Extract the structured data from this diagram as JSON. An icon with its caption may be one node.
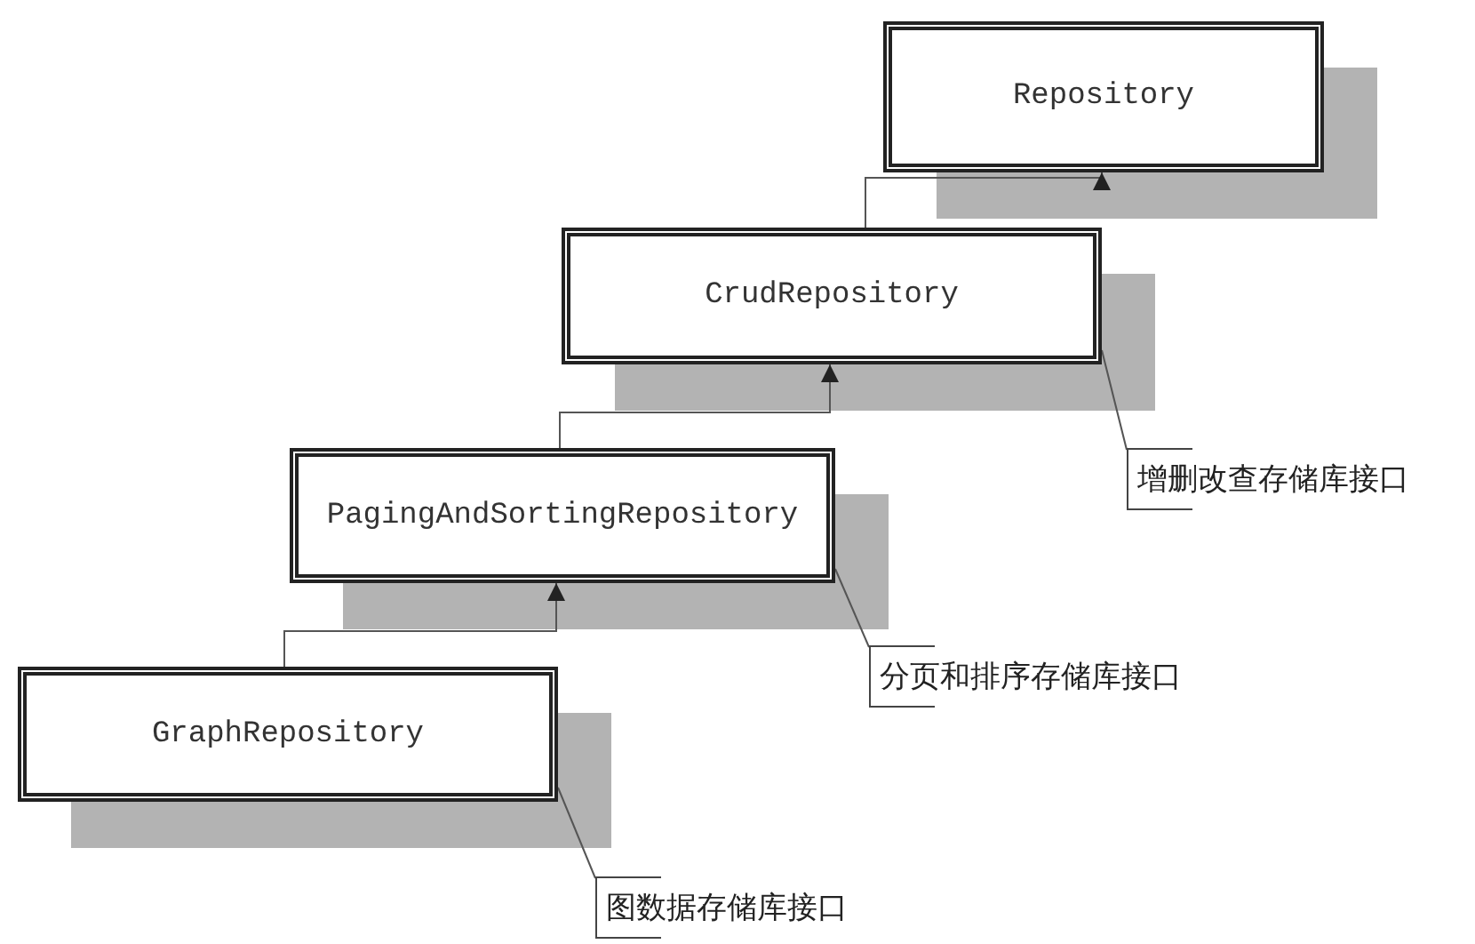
{
  "diagram": {
    "nodes": [
      {
        "text": [
          "Repository"
        ]
      },
      {
        "text": [
          "CrudRepository"
        ]
      },
      {
        "text": [
          "增删改查存储库接口"
        ]
      },
      {
        "text": [
          "PagingAndSortingRepository"
        ]
      },
      {
        "text": [
          "分页和排序存储库接口"
        ]
      },
      {
        "text": [
          "GraphRepository"
        ]
      },
      {
        "text": [
          "图数据存储库接口"
        ]
      }
    ],
    "edges": [
      {
        "from": 1,
        "to": 0,
        "arrow": "to"
      },
      {
        "from": 3,
        "to": 1,
        "arrow": "to"
      },
      {
        "from": 5,
        "to": 3,
        "arrow": "to"
      },
      {
        "from": 2,
        "to": 1,
        "arrow": "none"
      },
      {
        "from": 4,
        "to": 3,
        "arrow": "none"
      },
      {
        "from": 6,
        "to": 5,
        "arrow": "none"
      }
    ]
  }
}
